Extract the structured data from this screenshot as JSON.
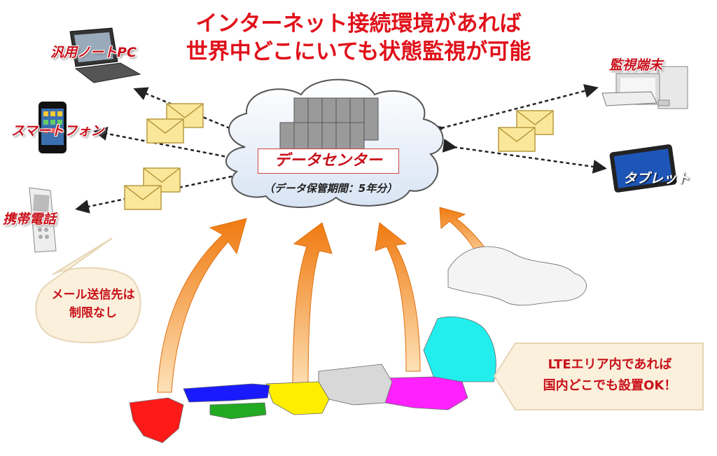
{
  "headline": {
    "line1": "インターネット接続環境があれば",
    "line2": "世界中どこにいても状態監視が可能"
  },
  "devices": {
    "laptop": "汎用ノートPC",
    "smartphone": "スマートフォン",
    "mobile_phone": "携帯電話",
    "monitor_terminal": "監視端末",
    "tablet": "タブレット"
  },
  "datacenter": {
    "title": "データセンター",
    "retention": "（データ保管期間：5年分）"
  },
  "callouts": {
    "mail_line1": "メール送信先は",
    "mail_line2": "制限なし",
    "lte_line1": "LTEエリア内であれば",
    "lte_line2": "国内どこでも設置OK！"
  },
  "colors": {
    "headline": "#e0101a",
    "label": "#c8101a",
    "arrow": "#f08a1c",
    "envelope": "#fbe79a",
    "region_kyushu": "#ff1a1a",
    "region_chugoku": "#1a1aff",
    "region_shikoku": "#22aa22",
    "region_kansai": "#ffee00",
    "region_kanto": "#ff22ff",
    "region_tohoku": "#22eeee",
    "region_other": "#d8d8d8"
  }
}
